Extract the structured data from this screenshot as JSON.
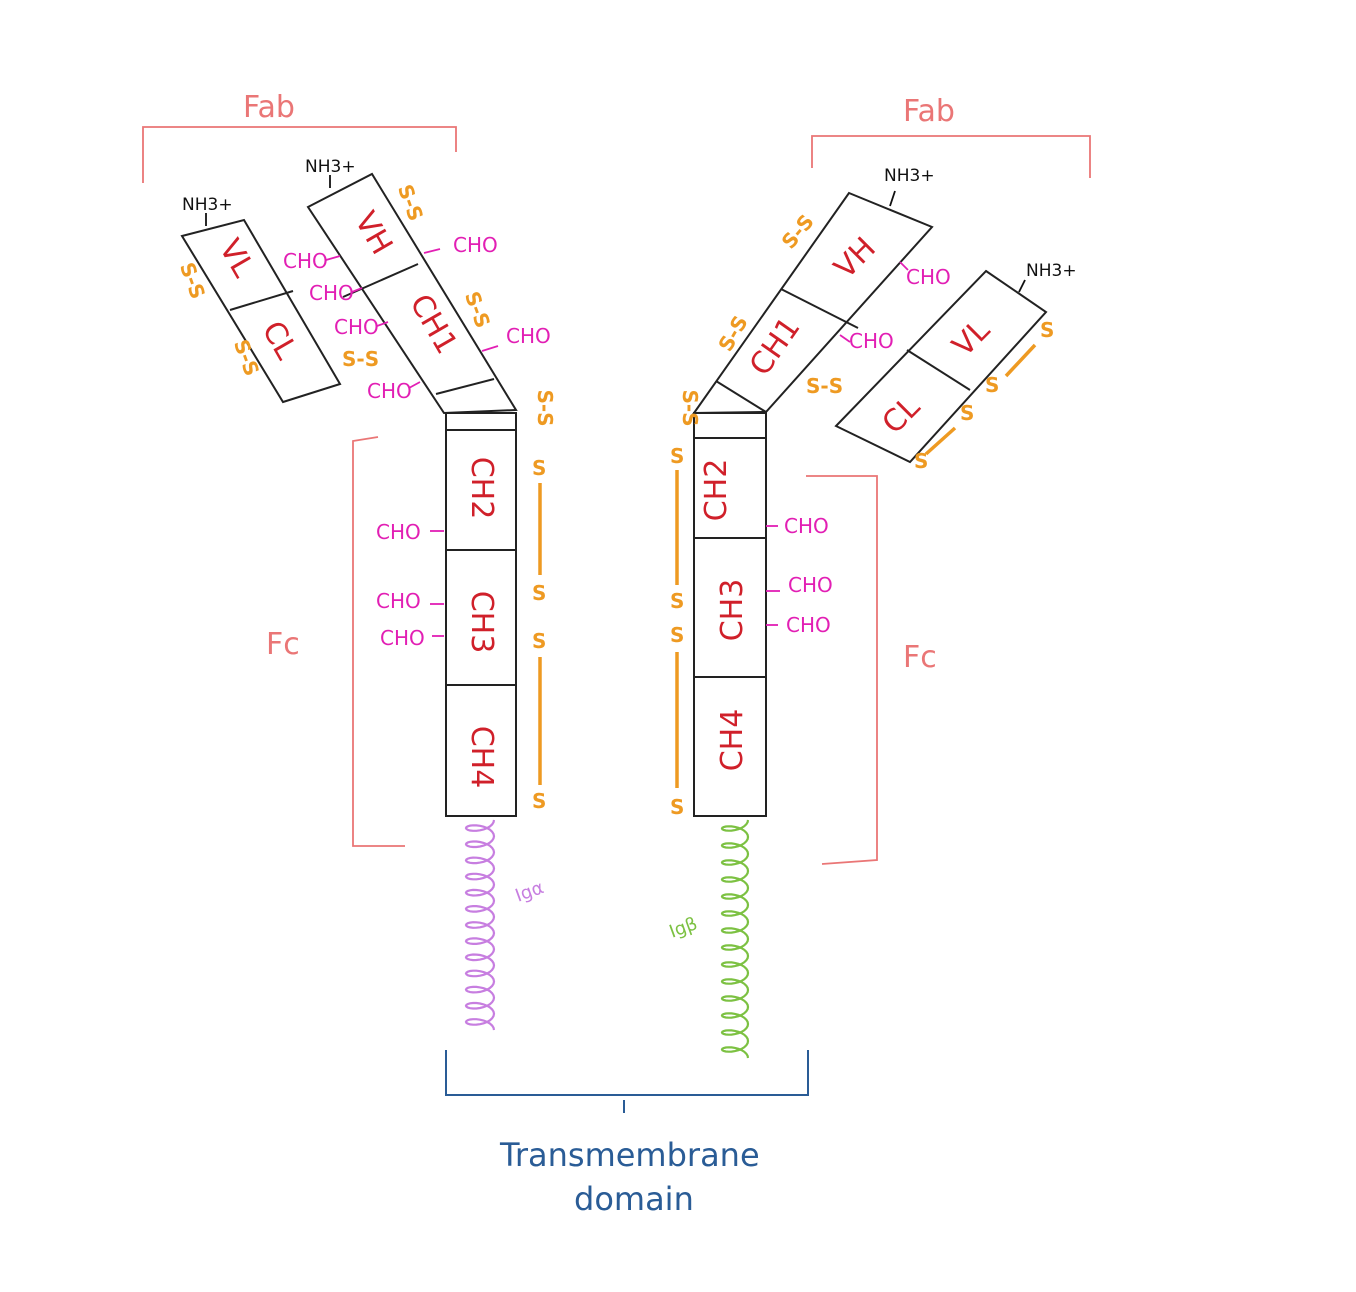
{
  "region_labels": {
    "fab_left": "Fab",
    "fab_right": "Fab",
    "fc_left": "Fc",
    "fc_right": "Fc"
  },
  "nh3": {
    "left_light": "NH3+",
    "left_heavy": "NH3+",
    "right_heavy": "NH3+",
    "right_light": "NH3+"
  },
  "domains": {
    "left_vl": "VL",
    "left_cl": "CL",
    "left_vh": "VH",
    "left_ch1": "CH1",
    "left_ch2": "CH2",
    "left_ch3": "CH3",
    "left_ch4": "CH4",
    "right_vh": "VH",
    "right_ch1": "CH1",
    "right_vl": "VL",
    "right_cl": "CL",
    "right_ch2": "CH2",
    "right_ch3": "CH3",
    "right_ch4": "CH4"
  },
  "cho_label": "CHO",
  "ss_label": "S-S",
  "s_label": "S",
  "helix_labels": {
    "left": "Igα",
    "right": "Igβ"
  },
  "transmembrane": {
    "line1": "Transmembrane",
    "line2": "domain"
  },
  "colors": {
    "domain_text": "#d0202a",
    "cho": "#e21fb4",
    "disulfide": "#ee9a22",
    "bracket": "#ea7676",
    "ig_alpha": "#c77ee0",
    "ig_beta": "#7cc142",
    "transmembrane": "#2a5c96"
  }
}
